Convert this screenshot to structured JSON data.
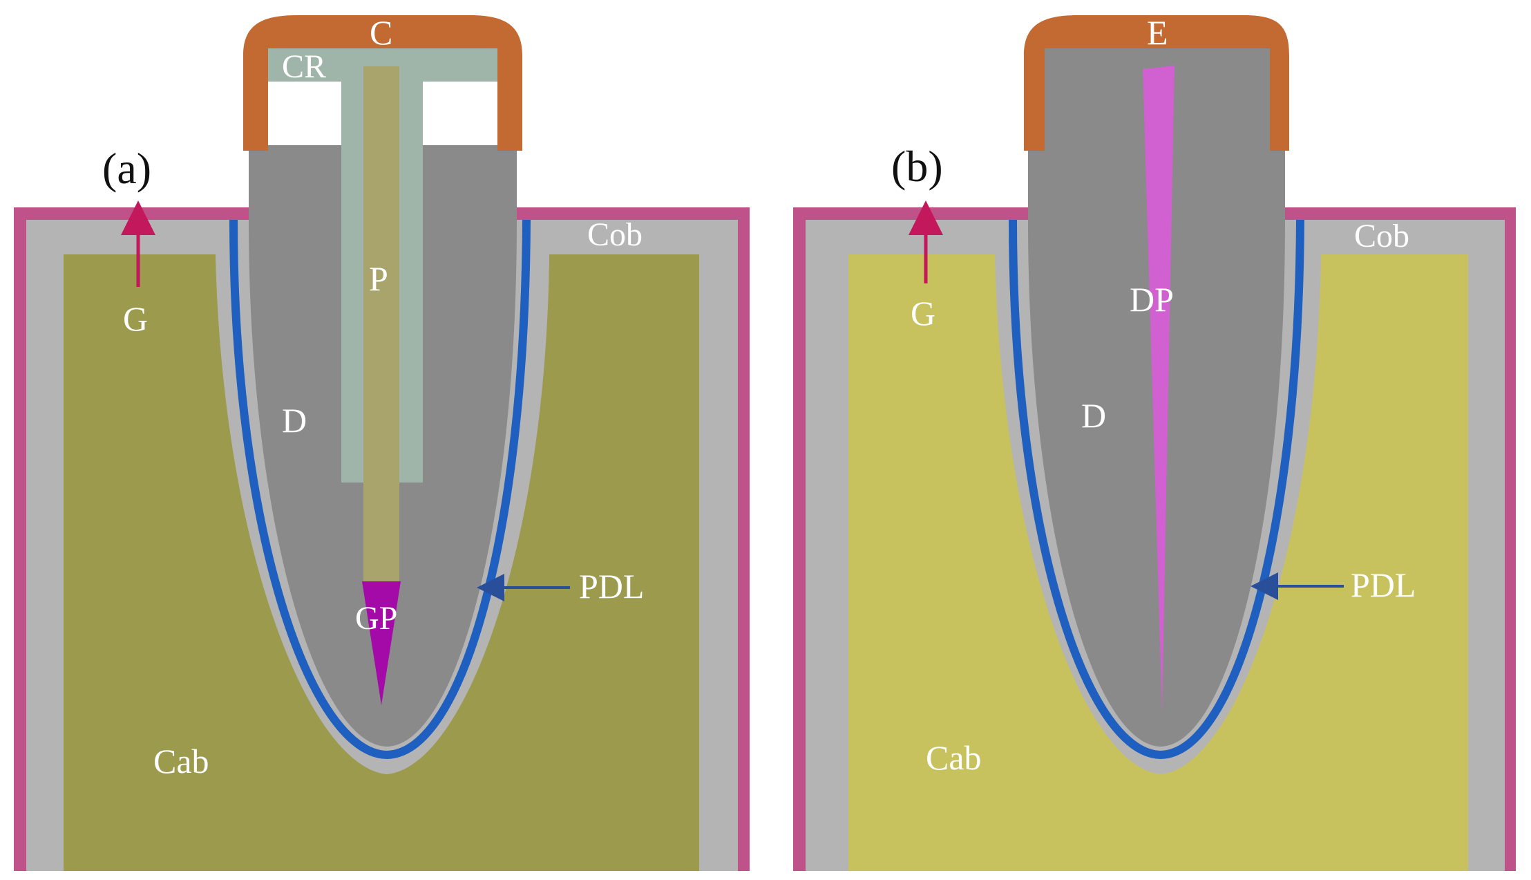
{
  "panel_a": {
    "tag": "(a)",
    "labels": {
      "crown": "C",
      "core": "CR",
      "post": "P",
      "dentin": "D",
      "gutta_percha": "GP",
      "gingiva": "G",
      "cortical_bone": "Cob",
      "cancellous_bone": "Cab",
      "pdl": "PDL"
    }
  },
  "panel_b": {
    "tag": "(b)",
    "labels": {
      "enamel": "E",
      "dental_pulp": "DP",
      "dentin": "D",
      "gingiva": "G",
      "cortical_bone": "Cob",
      "cancellous_bone": "Cab",
      "pdl": "PDL"
    }
  },
  "colors": {
    "gingiva": "#c0528a",
    "cortical_bone": "#b4b4b4",
    "cancellous_bone_a": "#9c9a4c",
    "cancellous_bone_b": "#c7c25e",
    "pdl": "#1e5fbf",
    "dentin": "#8a8a8a",
    "crown": "#c26a32",
    "core": "#9fb5a9",
    "post": "#a8a46c",
    "gutta_percha": "#a40aa8",
    "dental_pulp": "#d160d0",
    "arrow_gingiva": "#c4185c",
    "arrow_pdl": "#2a4f9a"
  }
}
